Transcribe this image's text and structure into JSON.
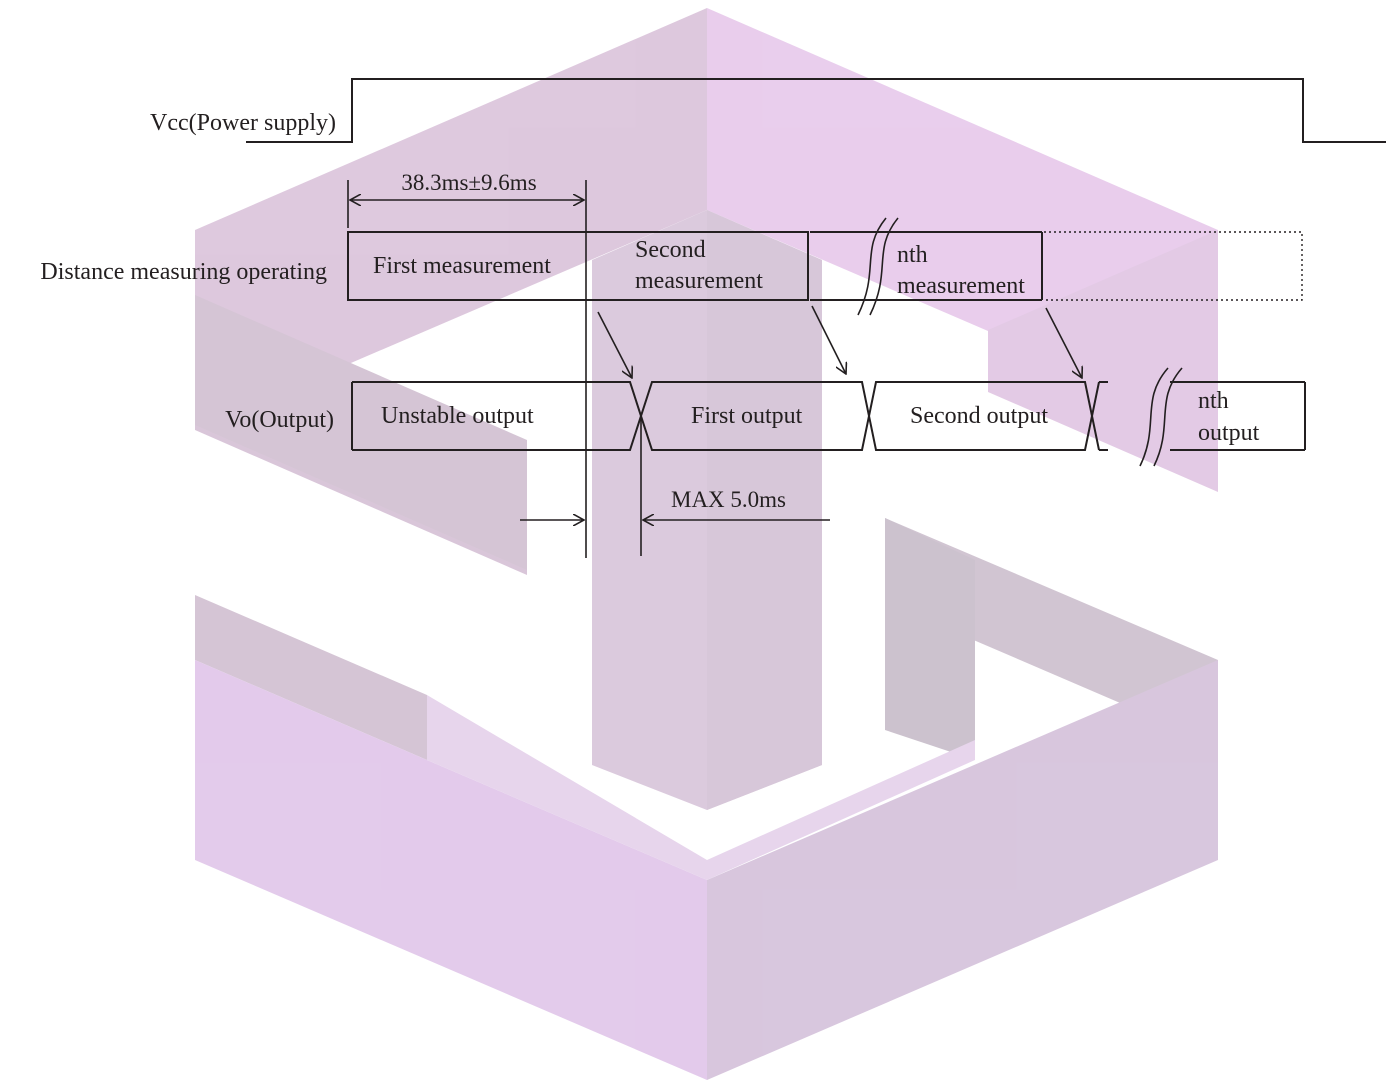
{
  "colors": {
    "ink": "#231f20",
    "watermark_light": "#e2c8ea",
    "watermark_mid": "#dcc6dc",
    "watermark_dark": "#cbbfcc"
  },
  "watermark": {
    "name": "brand-logo-watermark"
  },
  "signals": {
    "vcc_label": "Vcc(Power supply)",
    "distance_label": "Distance measuring operating",
    "vo_label": "Vo(Output)"
  },
  "timing": {
    "measure_period": "38.3ms±9.6ms",
    "output_delay": "MAX 5.0ms"
  },
  "measurements": {
    "first": "First measurement",
    "second_line1": "Second",
    "second_line2": "measurement",
    "nth_line1": "nth",
    "nth_line2": "measurement"
  },
  "outputs": {
    "unstable": "Unstable output",
    "first": "First output",
    "second": "Second output",
    "nth_line1": "nth",
    "nth_line2": "output"
  }
}
